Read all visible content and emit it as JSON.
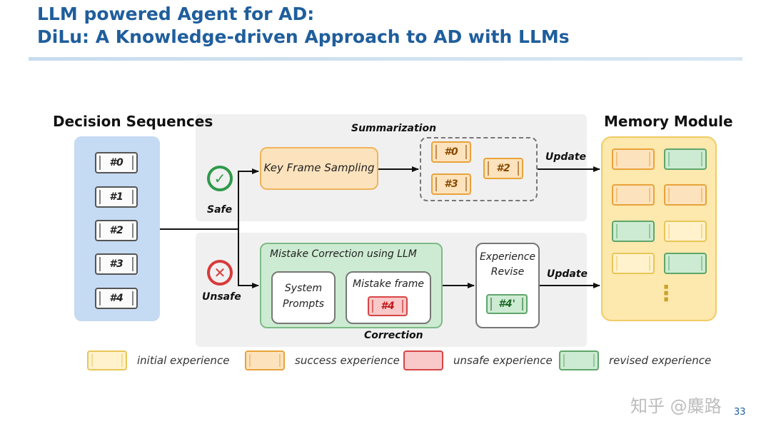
{
  "header": {
    "title_line1": "LLM powered Agent for AD:",
    "title_line2": "DiLu: A Knowledge-driven Approach to AD with LLMs"
  },
  "diagram": {
    "decision_sequences": {
      "title": "Decision Sequences",
      "items": [
        "#0",
        "#1",
        "#2",
        "#3",
        "#4"
      ]
    },
    "summarization": {
      "title": "Summarization",
      "safe_label": "Safe",
      "key_frame_sampling": "Key Frame Sampling",
      "sampled_frames": [
        "#0",
        "#3",
        "#2"
      ],
      "update_label": "Update"
    },
    "correction": {
      "title": "Correction",
      "unsafe_label": "Unsafe",
      "mistake_correction_title": "Mistake Correction using LLM",
      "system_prompts_line1": "System",
      "system_prompts_line2": "Prompts",
      "mistake_frame_label": "Mistake frame",
      "mistake_frame_item": "#4",
      "experience_revise_line1": "Experience",
      "experience_revise_line2": "Revise",
      "revised_frame_item": "#4'",
      "update_label": "Update"
    },
    "memory_module": {
      "title": "Memory Module",
      "ellipsis": "⋮"
    },
    "legend": [
      {
        "label": "initial experience",
        "color": "#fff2cc"
      },
      {
        "label": "success experience",
        "color": "#fde3bd"
      },
      {
        "label": "unsafe experience",
        "color": "#f9c9c9"
      },
      {
        "label": "revised experience",
        "color": "#cdebd2"
      }
    ]
  },
  "footer": {
    "watermark": "知乎 @麋路",
    "page_number": "33"
  },
  "colors": {
    "title_blue": "#1f5e9c",
    "safe_green": "#2e9a4a",
    "unsafe_red": "#d83a3a"
  }
}
